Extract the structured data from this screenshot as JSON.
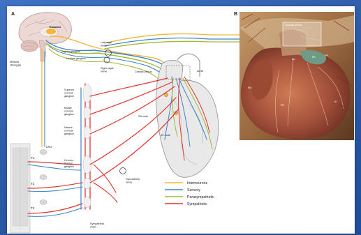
{
  "panel_a": {
    "letter": "A",
    "labels": {
      "thalamus": "Thalamus",
      "jugular_ganglion": "Jugular ganglion",
      "nodose_ganglion": "Nodose ganglion",
      "medulla": "Medulla\noblongata",
      "left_vagal": "Left vagal\nnerve",
      "right_vagal": "Right vagal\nnerve",
      "cardiac_plexus": "Cardiac plexus",
      "aorta": "Aorta",
      "superior_cervical": "Superior\ncervical\nganglion",
      "middle_cervical": "Middle\ncervical\nganglion",
      "ventral_cervical": "Ventral\ncervical\nganglion",
      "cervico_thoracic": "Cervico-\nthoracic\nganglion",
      "drg": "DRG",
      "t1": "T1",
      "t2": "T2",
      "t3": "T3",
      "sa_node": "SA node",
      "av_node": "AV node",
      "sympathetic_nerve": "Sympathetic\nnerve",
      "sympathetic_chain": "Sympathetic\nchain"
    }
  },
  "legend": [
    {
      "label": "Interneurons",
      "color": "#f2b634"
    },
    {
      "label": "Sensory",
      "color": "#3b86c8"
    },
    {
      "label": "Parasympathetic",
      "color": "#a9b832"
    },
    {
      "label": "Sympathetic",
      "color": "#e0352f"
    }
  ],
  "panel_b": {
    "letter": "B",
    "labels": {
      "cardiac_plexus": "Cardiac plexus",
      "ao": "Ao",
      "pa": "PA",
      "ra": "RA",
      "rv": "RV",
      "lv": "LV",
      "la": "LA"
    }
  },
  "colors": {
    "interneuron": "#f2b634",
    "sensory": "#3b86c8",
    "parasympathetic": "#a9b832",
    "sympathetic": "#e0352f",
    "slide_bg": "#2f5fb0"
  }
}
